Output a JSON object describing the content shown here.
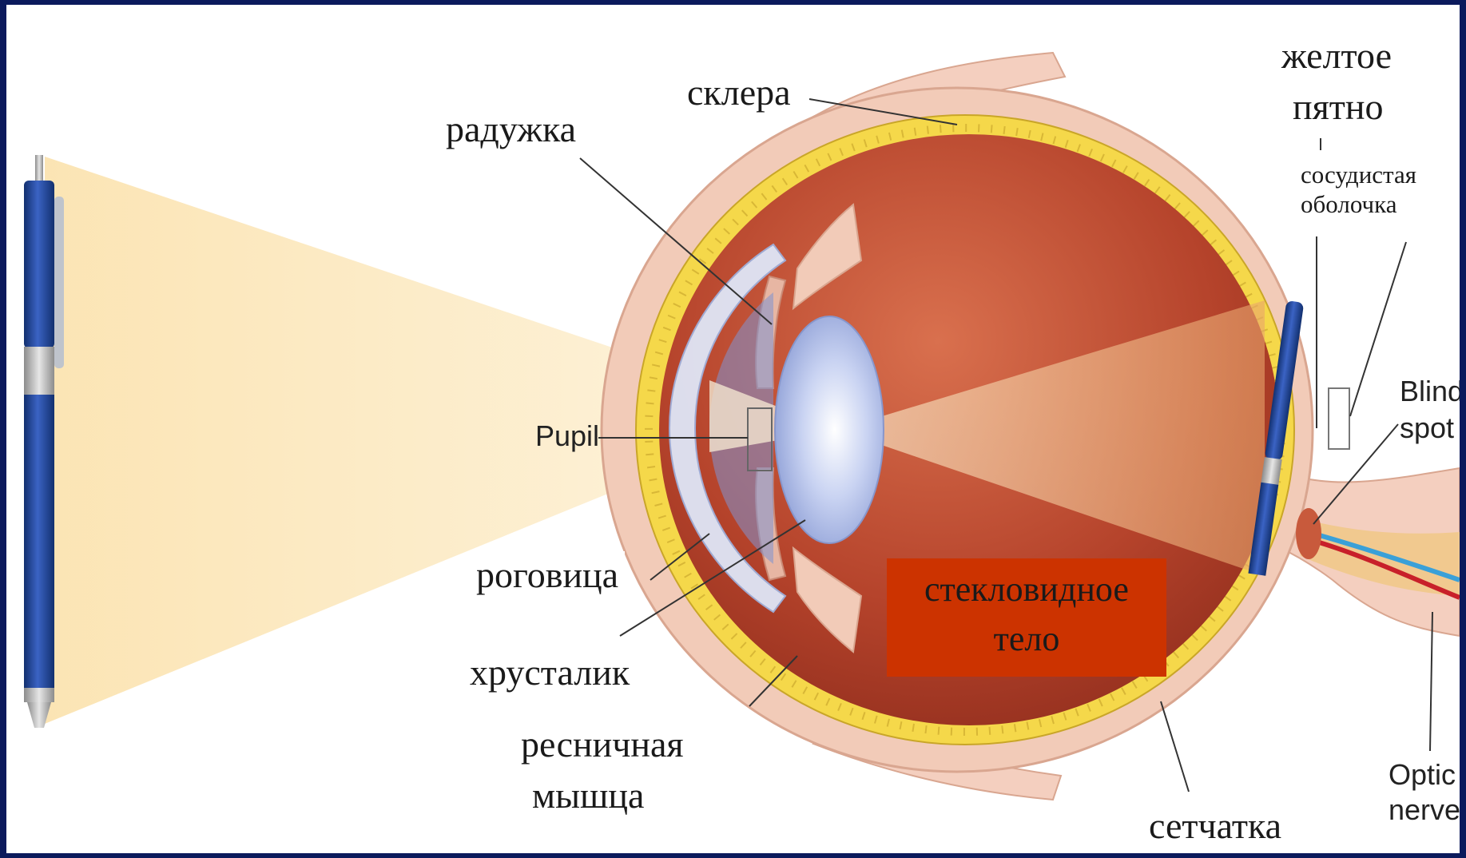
{
  "diagram": {
    "labels": {
      "sclera": "склера",
      "iris": "радужка",
      "macula_line1": "желтое",
      "macula_line2": "пятно",
      "choroid_line1": "сосудистая",
      "choroid_line2": "оболочка",
      "pupil": "Pupil",
      "blind_spot_line1": "Blind",
      "blind_spot_line2": "spot",
      "cornea": "роговица",
      "lens": "хрусталик",
      "ciliary_line1": "ресничная",
      "ciliary_line2": "мышца",
      "vitreous_line1": "стекловидное",
      "vitreous_line2": "тело",
      "retina": "сетчатка",
      "optic_line1": "Optic",
      "optic_line2": "nerve"
    },
    "colors": {
      "frame": "#0b1a5c",
      "vitreous_label_bg": "#cc3300",
      "sclera": "#f0c8b4",
      "retina": "#f5d84a",
      "eyeball_interior": "#b8442c",
      "light_beam": "#fbe6b8",
      "pen_blue": "#1e3d8f"
    },
    "icons": [
      "pen-icon"
    ]
  }
}
